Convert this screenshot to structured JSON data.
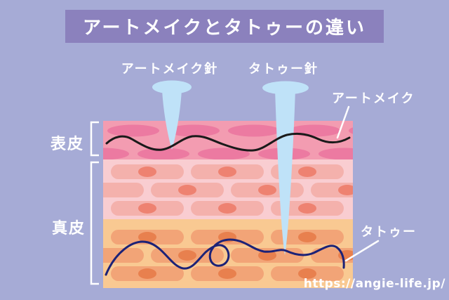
{
  "title": "アートメイクとタトゥーの違い",
  "labels": {
    "art_needle": "アートメイク針",
    "tattoo_needle": "タトゥー針",
    "art_makeup": "アートメイク",
    "tattoo": "タトゥー",
    "epidermis": "表皮",
    "dermis": "真皮"
  },
  "footer": {
    "url": "https://angie-life.jp/"
  },
  "colors": {
    "background": "#a6abd6",
    "banner": "#8b81bd",
    "banner_text": "#ffffff",
    "epidermis": "#f39cb1",
    "epidermis_cell": "#ec7aa1",
    "upper_dermis": "#f9cdd1",
    "upper_dermis_cell": "#f4b1ac",
    "upper_dermis_nucleus": "#ee8271",
    "lower_dermis": "#f9c992",
    "lower_dermis_cell": "#f2a477",
    "lower_dermis_nucleus": "#e8804e",
    "needle": "#bfe2f8",
    "art_line": "#1a1a1a",
    "tattoo_line": "#1c2277",
    "label_text": "#ffffff"
  }
}
